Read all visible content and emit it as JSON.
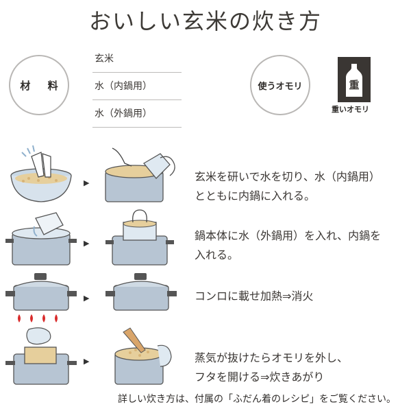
{
  "title": "おいしい玄米の炊き方",
  "materials": {
    "label": "材 料",
    "items": [
      "玄米",
      "水（内鍋用）",
      "水（外鍋用）"
    ]
  },
  "weight": {
    "label": "使うオモリ",
    "icon_char": "重",
    "caption": "重いオモリ"
  },
  "steps": [
    {
      "lines": [
        "玄米を研いで水を切り、水（内鍋用）",
        "とともに内鍋に入れる。"
      ]
    },
    {
      "lines": [
        "鍋本体に水（外鍋用）を入れ、内鍋を",
        "入れる。"
      ]
    },
    {
      "lines": [
        "コンロに載せ加熱⇒消火"
      ]
    },
    {
      "lines": [
        "蒸気が抜けたらオモリを外し、",
        "フタを開ける⇒炊きあがり"
      ]
    }
  ],
  "footer": "詳しい炊き方は、付属の「ふだん着のレシピ」をご覧ください。",
  "colors": {
    "pot": "#b7c5d3",
    "rice": "#e6cf9c",
    "flame": "#d92b2b",
    "icon_bg": "#3a3633"
  }
}
